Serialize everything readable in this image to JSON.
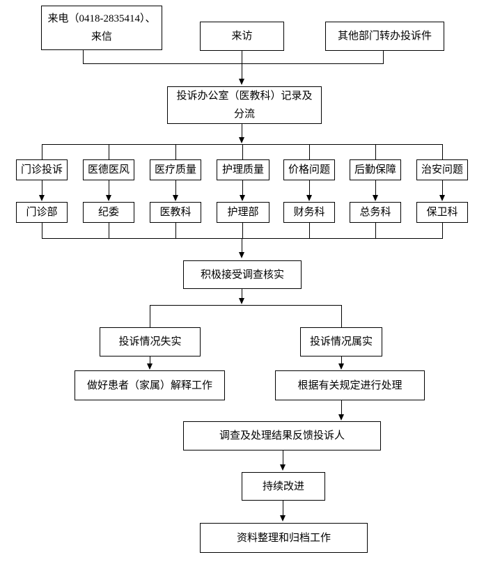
{
  "colors": {
    "background": "#ffffff",
    "line": "#000000",
    "text": "#000000"
  },
  "flowchart": {
    "sources": [
      {
        "lines": [
          "来电（0418-2835414）、",
          "来信"
        ]
      },
      {
        "lines": [
          "来访"
        ]
      },
      {
        "lines": [
          "其他部门转办投诉件"
        ]
      }
    ],
    "intake": {
      "lines": [
        "投诉办公室（医教科）记录及",
        "分流"
      ]
    },
    "categories": [
      {
        "type": "门诊投诉",
        "dept": "门诊部"
      },
      {
        "type": "医德医风",
        "dept": "纪委"
      },
      {
        "type": "医疗质量",
        "dept": "医教科"
      },
      {
        "type": "护理质量",
        "dept": "护理部"
      },
      {
        "type": "价格问题",
        "dept": "财务科"
      },
      {
        "type": "后勤保障",
        "dept": "总务科"
      },
      {
        "type": "治安问题",
        "dept": "保卫科"
      }
    ],
    "verify": {
      "label": "积极接受调查核实"
    },
    "branch_false": {
      "label": "投诉情况失实"
    },
    "branch_true": {
      "label": "投诉情况属实"
    },
    "action_false": {
      "label": "做好患者（家属）解释工作"
    },
    "action_true": {
      "label": "根据有关规定进行处理"
    },
    "feedback": {
      "label": "调查及处理结果反馈投诉人"
    },
    "improve": {
      "label": "持续改进"
    },
    "archive": {
      "label": "资料整理和归档工作"
    }
  }
}
